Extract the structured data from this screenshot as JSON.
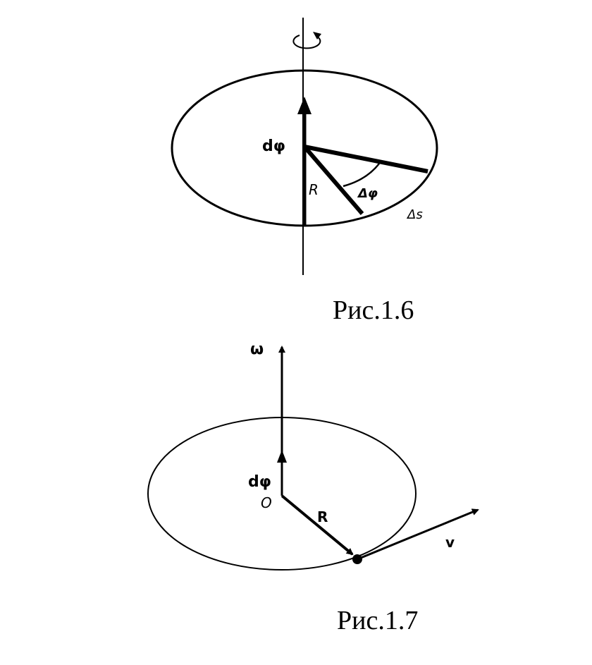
{
  "figure_1": {
    "caption": "Рис.1.6",
    "labels": {
      "dphi": "dφ",
      "radius": "R",
      "delta_phi": "Δφ",
      "delta_s": "Δs"
    }
  },
  "figure_2": {
    "caption": "Рис.1.7",
    "labels": {
      "omega": "ω",
      "dphi": "dφ",
      "origin": "O",
      "radius": "R",
      "velocity": "v"
    }
  }
}
